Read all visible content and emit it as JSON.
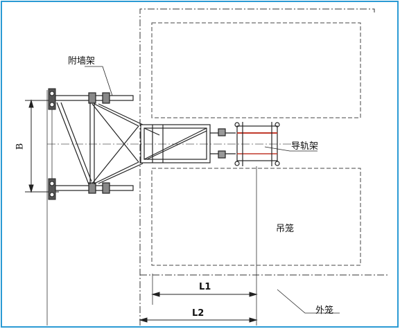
{
  "labels": {
    "wall_tie_frame": "附墙架",
    "guide_rail_frame": "导轨架",
    "cage": "吊笼",
    "outer_cage": "外笼",
    "dim_l1": "L1",
    "dim_l2": "L2",
    "dim_b": "B"
  },
  "colors": {
    "border": "#2a9ad4",
    "line": "#222222",
    "accent_red": "#c0392b"
  }
}
